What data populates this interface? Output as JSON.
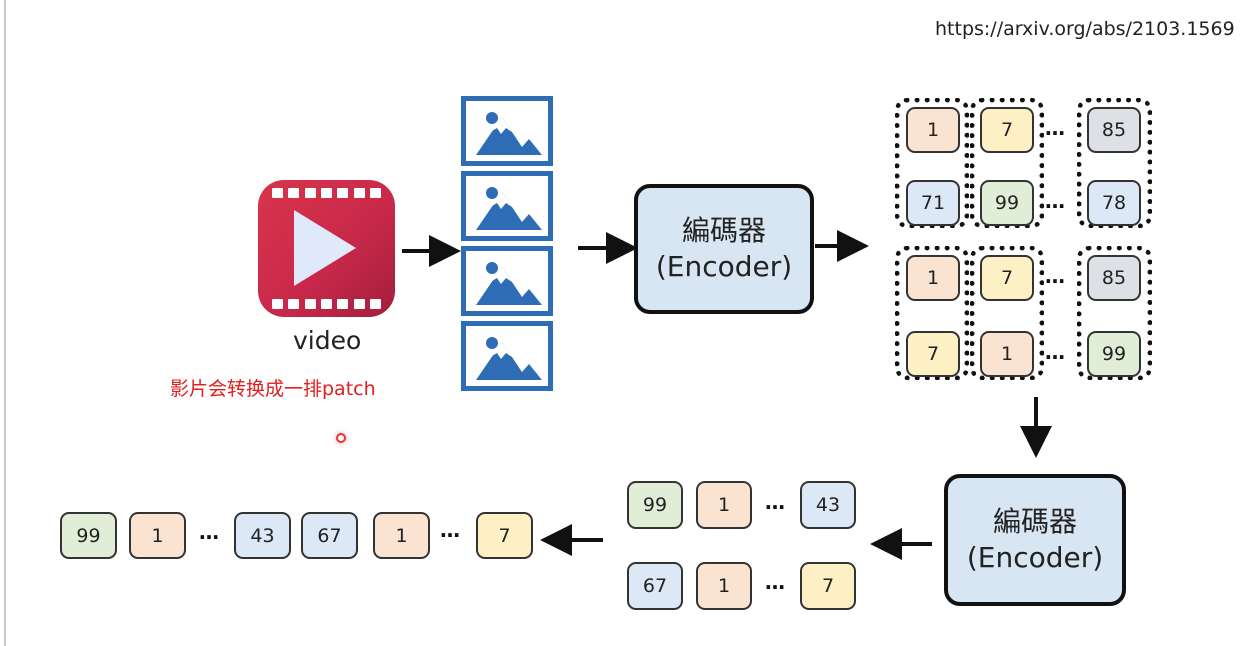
{
  "url_text": "https://arxiv.org/abs/2103.1569",
  "video_label": "video",
  "annotation": "影片会转换成一排patch",
  "encoder_top": {
    "line1": "編碼器",
    "line2": "(Encoder)"
  },
  "encoder_bottom": {
    "line1": "編碼器",
    "line2": "(Encoder)"
  },
  "grid_tokens": [
    "1",
    "7",
    "85",
    "71",
    "99",
    "78",
    "1",
    "7",
    "85",
    "7",
    "1",
    "99"
  ],
  "mid_tokens": [
    "99",
    "1",
    "43",
    "67",
    "1",
    "7"
  ],
  "output_tokens": [
    "99",
    "1",
    "43",
    "67",
    "1",
    "7"
  ],
  "ellipsis": "…",
  "colors": {
    "frame_blue": "#2e6db6",
    "encoder_fill": "#d8e6f4",
    "annotation_red": "#e0201f"
  },
  "icons": [
    "video-play-icon",
    "image-frame-icon",
    "arrow-icon"
  ]
}
